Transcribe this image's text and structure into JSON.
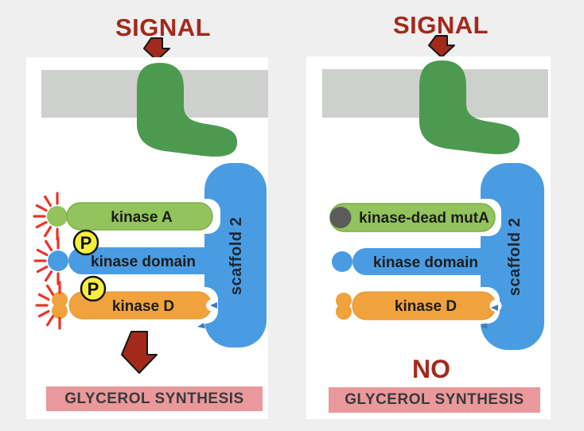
{
  "palette": {
    "background": "#EFEFEF",
    "panel": "#FFFFFF",
    "membrane_gray": "#CDD0CC",
    "receptor_green": "#4C9A50",
    "scaffold_blue": "#4A9CE2",
    "kinase_green": "#92C35C",
    "kinase_green_border": "#7CAF47",
    "kinase_orange": "#F0A23C",
    "kinase_orange_border": "#E2922E",
    "dead_kinase_gray": "#5C5C5C",
    "phospho_yellow": "#F7EE3E",
    "activation_burst_red": "#E8352A",
    "signal_dark_red": "#A32A1B",
    "output_pink": "#E9999B",
    "label_dark": "#1D1D1D"
  },
  "left_panel": {
    "signal": "SIGNAL",
    "scaffold_label": "scaffold 2",
    "kinase_a": "kinase A",
    "kinase_domain": "kinase domain",
    "kinase_d": "kinase D",
    "phospho_1": "P",
    "phospho_2": "P",
    "output_label": "GLYCEROL SYNTHESIS"
  },
  "right_panel": {
    "signal": "SIGNAL",
    "scaffold_label": "scaffold 2",
    "kinase_a": "kinase-dead mutA",
    "kinase_domain": "kinase domain",
    "kinase_d": "kinase D",
    "no_label": "NO",
    "output_label": "GLYCEROL SYNTHESIS"
  }
}
